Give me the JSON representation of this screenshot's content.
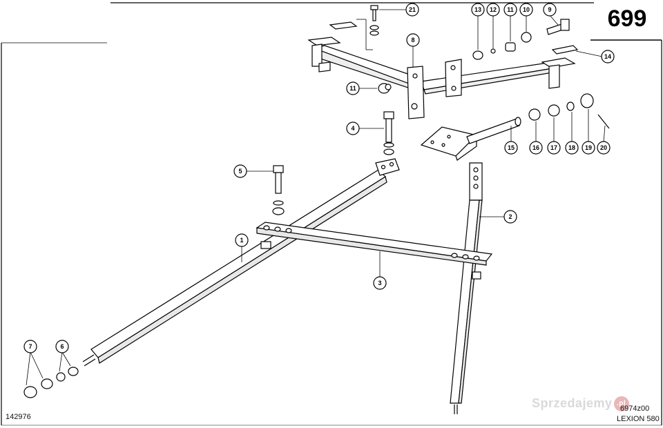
{
  "page_number": "699",
  "drawing_id_left": "142976",
  "drawing_code": "6974z00",
  "model": "LEXION 580",
  "watermark": {
    "text": "Sprzedajemy",
    "badge": ".pl"
  },
  "callouts": [
    {
      "id": "c21",
      "label": "21"
    },
    {
      "id": "c13",
      "label": "13"
    },
    {
      "id": "c12",
      "label": "12"
    },
    {
      "id": "c11a",
      "label": "11"
    },
    {
      "id": "c10",
      "label": "10"
    },
    {
      "id": "c9",
      "label": "9"
    },
    {
      "id": "c8",
      "label": "8"
    },
    {
      "id": "c14",
      "label": "14"
    },
    {
      "id": "c11b",
      "label": "11"
    },
    {
      "id": "c4",
      "label": "4"
    },
    {
      "id": "c15",
      "label": "15"
    },
    {
      "id": "c16",
      "label": "16"
    },
    {
      "id": "c17",
      "label": "17"
    },
    {
      "id": "c18",
      "label": "18"
    },
    {
      "id": "c19",
      "label": "19"
    },
    {
      "id": "c20",
      "label": "20"
    },
    {
      "id": "c5",
      "label": "5"
    },
    {
      "id": "c2",
      "label": "2"
    },
    {
      "id": "c1",
      "label": "1"
    },
    {
      "id": "c3",
      "label": "3"
    },
    {
      "id": "c7",
      "label": "7"
    },
    {
      "id": "c6",
      "label": "6"
    }
  ]
}
